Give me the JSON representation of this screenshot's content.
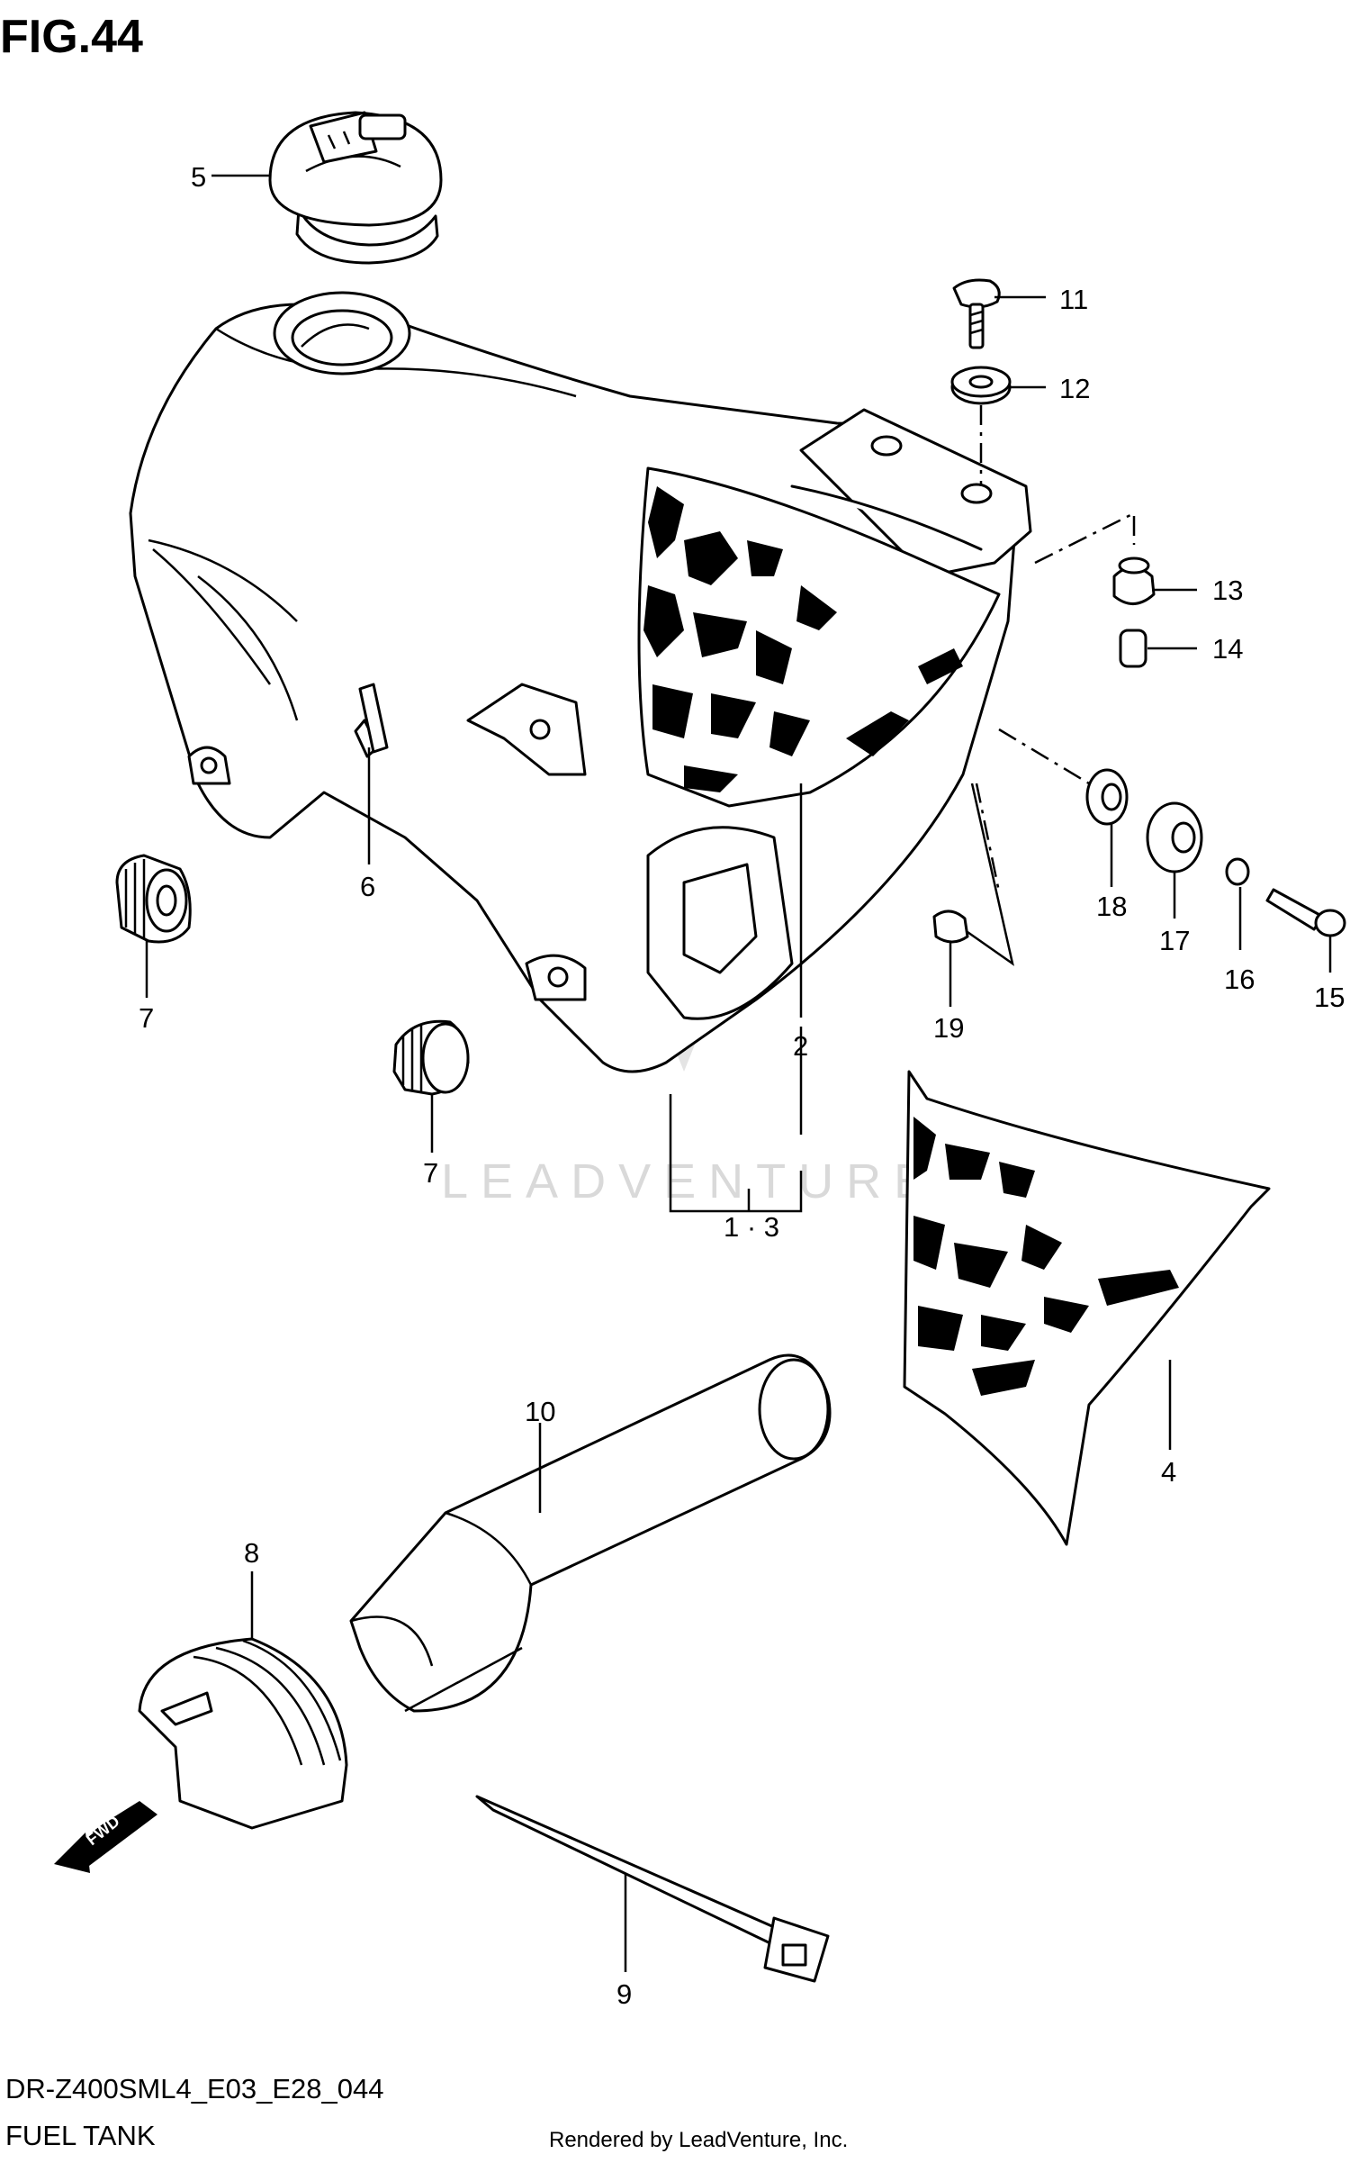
{
  "figure": {
    "title": "FIG.44",
    "model_code": "DR-Z400SML4_E03_E28_044",
    "section_name": "FUEL TANK",
    "render_credit": "Rendered by LeadVenture, Inc.",
    "watermark": "LEADVENTURE",
    "fwd_label": "FWD"
  },
  "callouts": {
    "c1_3": "1 · 3",
    "c2": "2",
    "c4": "4",
    "c5": "5",
    "c6": "6",
    "c7a": "7",
    "c7b": "7",
    "c8": "8",
    "c9": "9",
    "c10": "10",
    "c11": "11",
    "c12": "12",
    "c13": "13",
    "c14": "14",
    "c15": "15",
    "c16": "16",
    "c17": "17",
    "c18": "18",
    "c19": "19"
  }
}
